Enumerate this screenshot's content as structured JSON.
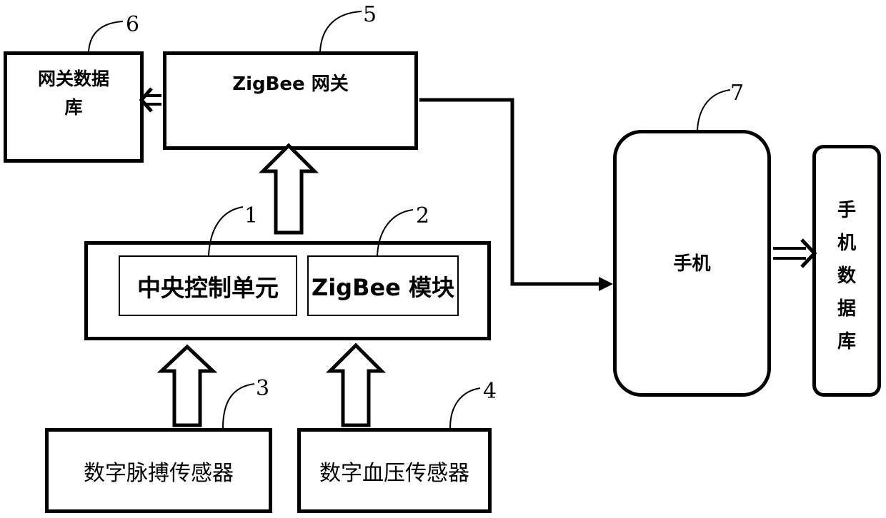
{
  "nodes": {
    "gateway_db": {
      "line1": "网关数据",
      "line2": "库"
    },
    "zigbee_gateway": {
      "label": "ZigBee 网关"
    },
    "control_unit": {
      "label": "中央控制单元"
    },
    "zigbee_module": {
      "label": "ZigBee 模块"
    },
    "pulse_sensor": {
      "label": "数字脉搏传感器"
    },
    "bp_sensor": {
      "label": "数字血压传感器"
    },
    "phone": {
      "label": "手机"
    },
    "phone_db": {
      "chars": [
        "手",
        "机",
        "数",
        "据",
        "库"
      ]
    }
  },
  "callouts": {
    "c1": "1",
    "c2": "2",
    "c3": "3",
    "c4": "4",
    "c5": "5",
    "c6": "6",
    "c7": "7"
  }
}
